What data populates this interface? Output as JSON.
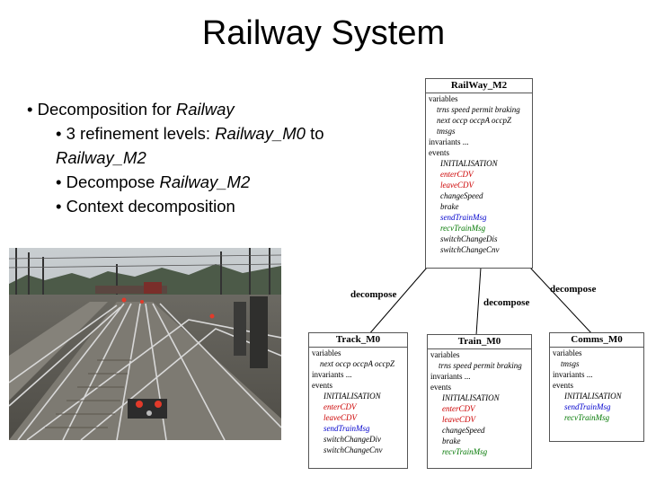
{
  "slide": {
    "title": "Railway System",
    "bullets": {
      "b1_prefix": "Decomposition for ",
      "b1_em": "Railway",
      "b2_prefix": "3 refinement levels: ",
      "b2_em1": "Railway_M0",
      "b2_mid": " to",
      "b2_em2": "Railway_M2",
      "b3_prefix": "Decompose ",
      "b3_em": "Railway_M2",
      "b4": "Context decomposition"
    }
  },
  "diagram": {
    "top": {
      "title": "RailWay_M2",
      "variables_label": "variables",
      "variables": [
        "trns speed permit braking",
        "next occp occpA occpZ",
        "tmsgs"
      ],
      "invariants": "invariants ...",
      "events_label": "events",
      "events": [
        {
          "name": "INITIALISATION",
          "color": "black"
        },
        {
          "name": "enterCDV",
          "color": "red"
        },
        {
          "name": "leaveCDV",
          "color": "red"
        },
        {
          "name": "changeSpeed",
          "color": "black"
        },
        {
          "name": "brake",
          "color": "black"
        },
        {
          "name": "sendTrainMsg",
          "color": "blue"
        },
        {
          "name": "recvTrainMsg",
          "color": "green"
        },
        {
          "name": "switchChangeDis",
          "color": "black"
        },
        {
          "name": "switchChangeCnv",
          "color": "black"
        }
      ]
    },
    "labels": {
      "left": "decompose",
      "middle": "decompose",
      "right": "decompose"
    },
    "track": {
      "title": "Track_M0",
      "variables_label": "variables",
      "variables": [
        "next occp occpA occpZ"
      ],
      "invariants": "invariants ...",
      "events_label": "events",
      "events": [
        {
          "name": "INITIALISATION",
          "color": "black"
        },
        {
          "name": "enterCDV",
          "color": "red"
        },
        {
          "name": "leaveCDV",
          "color": "red"
        },
        {
          "name": "sendTrainMsg",
          "color": "blue"
        },
        {
          "name": "switchChangeDiv",
          "color": "black"
        },
        {
          "name": "switchChangeCnv",
          "color": "black"
        }
      ]
    },
    "train": {
      "title": "Train_M0",
      "variables_label": "variables",
      "variables": [
        "trns speed permit braking"
      ],
      "invariants": "invariants ...",
      "events_label": "events",
      "events": [
        {
          "name": "INITIALISATION",
          "color": "black"
        },
        {
          "name": "enterCDV",
          "color": "red"
        },
        {
          "name": "leaveCDV",
          "color": "red"
        },
        {
          "name": "changeSpeed",
          "color": "black"
        },
        {
          "name": "brake",
          "color": "black"
        },
        {
          "name": "recvTrainMsg",
          "color": "green"
        }
      ]
    },
    "comms": {
      "title": "Comms_M0",
      "variables_label": "variables",
      "variables": [
        "tmsgs"
      ],
      "invariants": "invariants ...",
      "events_label": "events",
      "events": [
        {
          "name": "INITIALISATION",
          "color": "black"
        },
        {
          "name": "sendTrainMsg",
          "color": "blue"
        },
        {
          "name": "recvTrainMsg",
          "color": "green"
        }
      ]
    }
  },
  "colors": {
    "red": "#cc0000",
    "blue": "#0000cc",
    "green": "#007700"
  },
  "photo": {
    "subject": "railway-tracks-photo"
  }
}
